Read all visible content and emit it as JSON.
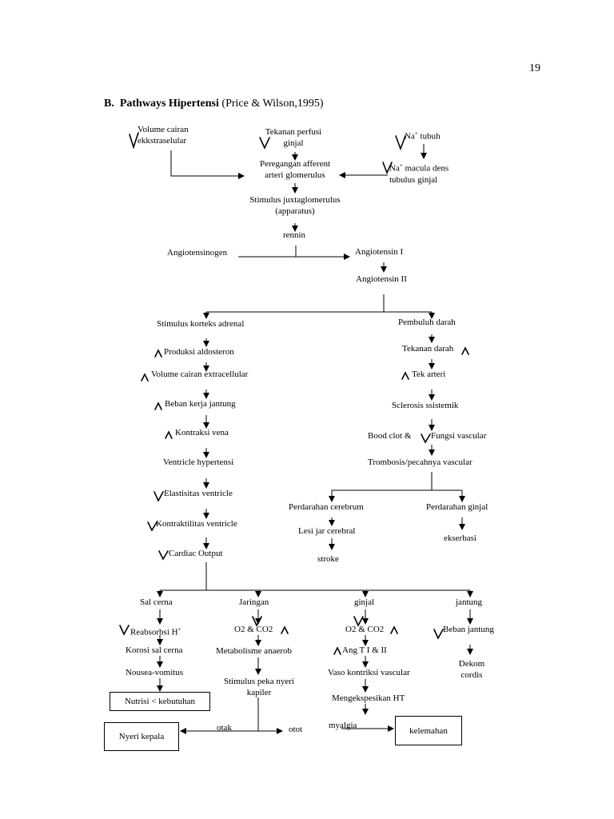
{
  "page_number": "19",
  "heading": {
    "label": "B.",
    "title": "Pathways Hipertensi",
    "citation": "(Price & Wilson,1995)"
  },
  "nodes": {
    "volume_cairan": "Volume cairan\nekkstraselular",
    "tekanan_perfusi": "Tekanan perfusi\nginjal",
    "na_tubuh": "Na",
    "na_tubuh_sup": "+",
    "na_tubuh_rest": " tubuh",
    "na_macula": "Na",
    "na_macula_sup": "+",
    "na_macula_rest": " macula dens\ntubulus ginjal",
    "peregangan": "Peregangan afferent\narteri glomerulus",
    "stimulus_juxta": "Stimulus juxtaglomerulus\n(apparatus)",
    "rennin": "rennin",
    "angiotensinogen": "Angiotensinogen",
    "angiotensin_1": "Angiotensin I",
    "angiotensin_2": "Angiotensin II",
    "stimulus_korteks": "Stimulus korteks adrenal",
    "pembuluh_darah": "Pembuluh darah",
    "produksi_aldosteron": "Produksi aldosteron",
    "tekanan_darah": "Tekanan darah",
    "volume_extracellular": "Volume cairan extracellular",
    "tek_arteri": "Tek arteri",
    "beban_kerja": "Beban kerja jantung",
    "sclerosis": "Sclerosis ssistemik",
    "kontraksi_vena": "Kontraksi vena",
    "bood_clot": "Bood clot &",
    "fungsi_vascular": "Fungsi vascular",
    "ventricle_hypertensi": "Ventricle hypertensi",
    "trombosis": "Trombosis/pecahnya vascular",
    "elastisitas": "Elastisitas ventricle",
    "perdarahan_cerebrum": "Perdarahan cerebrum",
    "perdarahan_ginjal": "Perdarahan ginjal",
    "kontraktilitas": "Kontraktilitas ventricle",
    "lesi_jar": "Lesi jar cerebral",
    "eksersasi": "ekserbasi",
    "cardiac_output": "Cardiac Output",
    "stroke": "stroke",
    "sal_cerna": "Sal cerna",
    "jaringan": "Jaringan",
    "ginjal": "ginjal",
    "jantung": "jantung",
    "reabsorbsi": "Reabsorbsi H",
    "reabsorbsi_sup": "+",
    "o2_co2_jar": "O2 & CO2",
    "o2_co2_gin": "O2 & CO2",
    "beban_jantung": "Beban jantung",
    "korosi": "Korosi sal cerna",
    "metabolisme": "Metabolisme anaerob",
    "ang_t": "Ang T I & II",
    "dekom": "Dekom\ncordis",
    "nousea": "Nousea-vomitus",
    "vaso": "Vaso kontriksi vascular",
    "stimulus_peka": "Stimulus peka nyeri\nkapiler",
    "mengekspesikan": "Mengekspesikan HT",
    "nutrisi": "Nutrisi < kebutuhan",
    "nyeri_kepala": "Nyeri kepala",
    "otak": "otak",
    "otot": "otot",
    "myalgia": "myalgia",
    "kelemahan": "kelemahan"
  }
}
